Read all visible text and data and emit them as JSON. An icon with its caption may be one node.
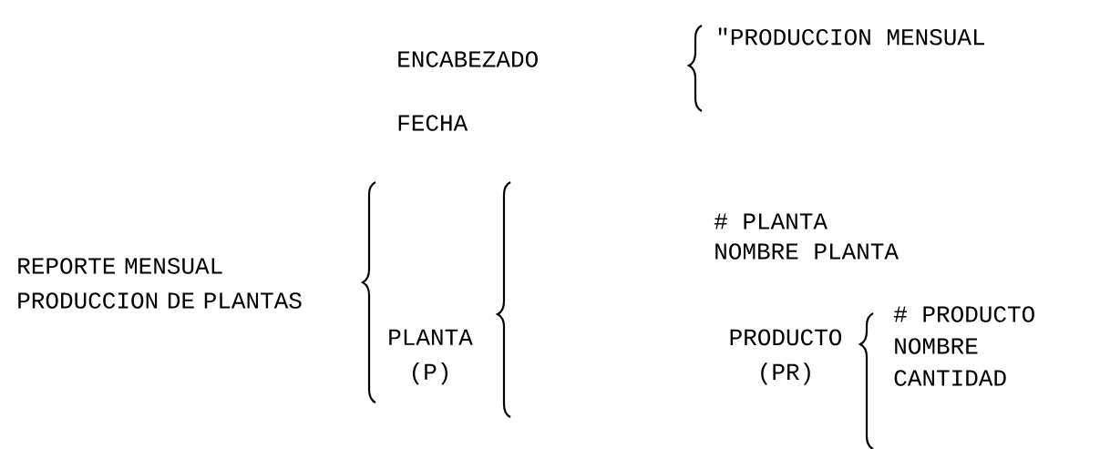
{
  "diagram": {
    "labels": [
      "ENCABEZADO",
      "\"PRODUCCION MENSUAL",
      "FECHA",
      "# PLANTA",
      "NOMBRE PLANTA",
      "REPORTE MENSUAL PRODUCCION DE PLANTAS",
      "# PRODUCTO",
      "NOMBRE",
      "PLANTA (P)",
      "PRODUCTO (PR)",
      "CANTIDAD"
    ]
  }
}
